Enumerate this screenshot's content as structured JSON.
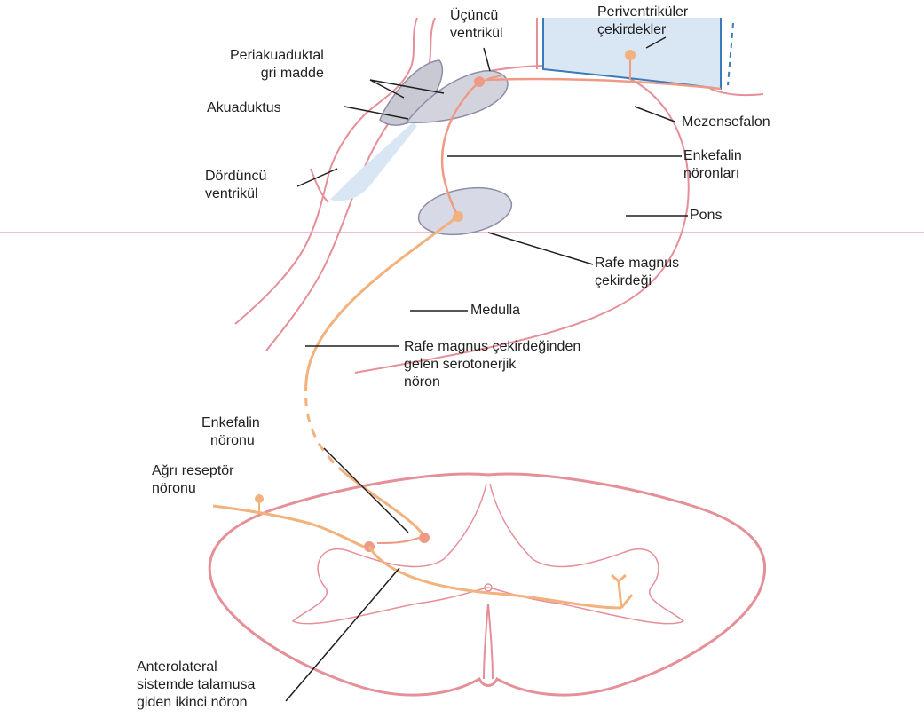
{
  "colors": {
    "outline": "#e58f99",
    "neuron": "#f2b27d",
    "neuron_dark": "#ee9b86",
    "fill_blue": "#d9e7f5",
    "fill_gray": "#c9c9d3",
    "label_text": "#1f1f1f",
    "leader": "#1f1f1f",
    "guide_line": "#e7a9cf"
  },
  "labels": {
    "third_ventricle": [
      "Üçüncü",
      "ventrikül"
    ],
    "periventricular_nuclei": [
      "Periventriküler",
      "çekirdekler"
    ],
    "periaqueductal_gray": [
      "Periakuaduktal",
      "gri madde"
    ],
    "aqueduct": "Akuaduktus",
    "mesencephalon": "Mezensefalon",
    "enkephalin_neurons": [
      "Enkefalin",
      "nöronları"
    ],
    "fourth_ventricle": [
      "Dördüncü",
      "ventrikül"
    ],
    "pons": "Pons",
    "raphe_magnus_nucleus": [
      "Rafe magnus",
      "çekirdeği"
    ],
    "medulla": "Medulla",
    "serotonergic_neuron": [
      "Rafe magnus çekirdeğinden",
      "gelen serotonerjik",
      "nöron"
    ],
    "enkephalin_neuron": [
      "Enkefalin",
      "nöronu"
    ],
    "pain_receptor_neuron": [
      "Ağrı reseptör",
      "nöronu"
    ],
    "second_neuron": [
      "Anterolateral",
      "sistemde talamusa",
      "giden ikinci nöron"
    ]
  }
}
